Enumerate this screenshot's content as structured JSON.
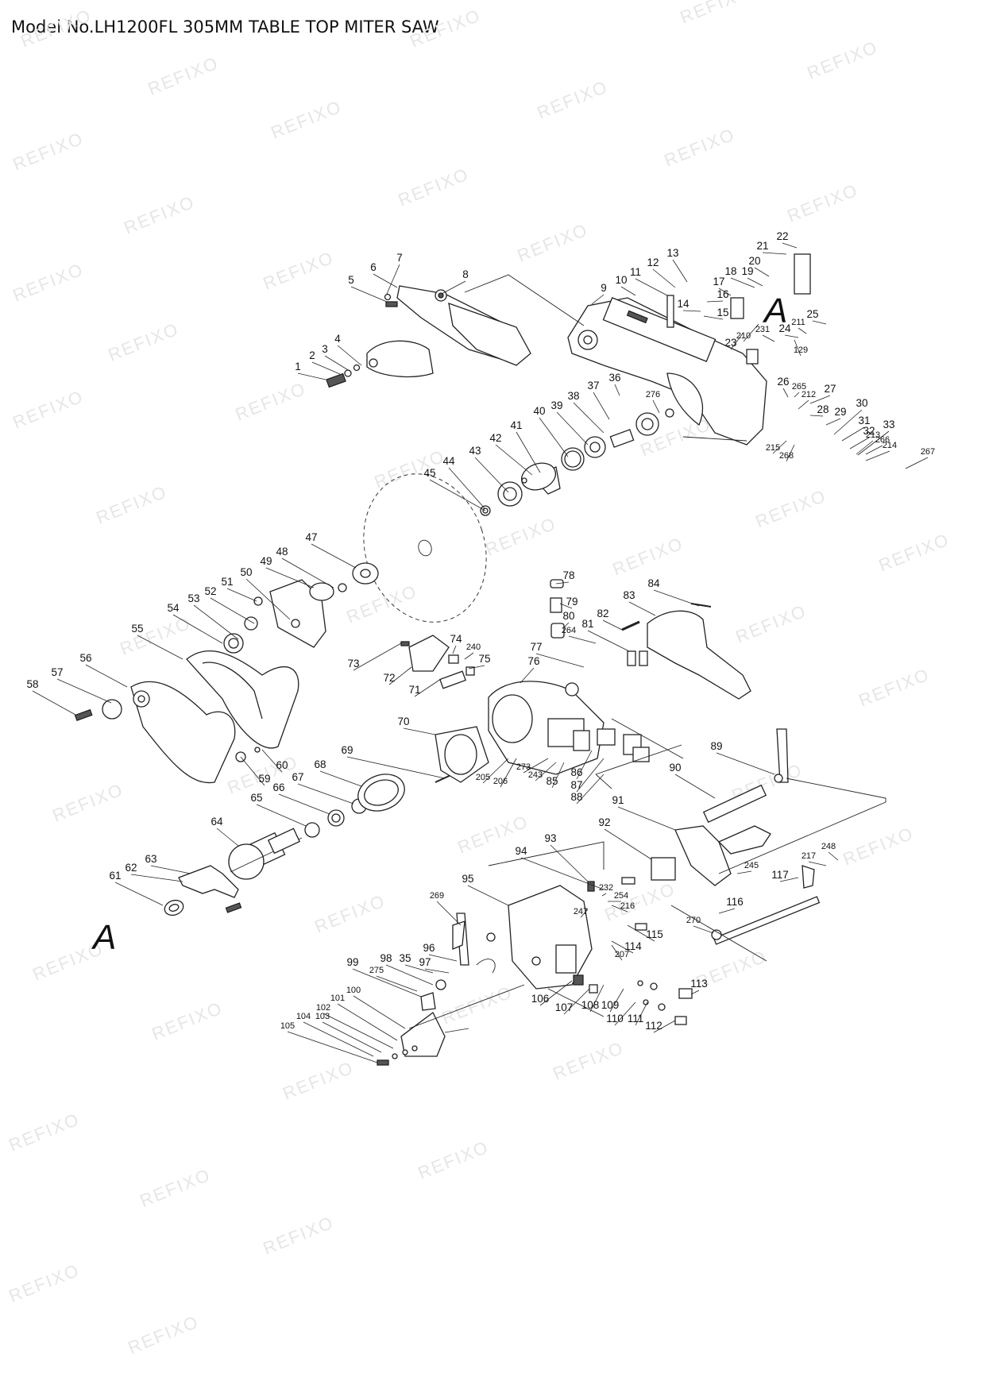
{
  "title": "Model No.LH1200FL 305MM TABLE TOP MITER SAW",
  "watermark": "REFIXO",
  "markers": {
    "a_top": "A",
    "a_bottom": "A"
  },
  "part_numbers": [
    "1",
    "2",
    "3",
    "4",
    "5",
    "6",
    "7",
    "8",
    "9",
    "10",
    "11",
    "12",
    "13",
    "14",
    "15",
    "16",
    "17",
    "18",
    "19",
    "20",
    "21",
    "22",
    "23",
    "24",
    "25",
    "26",
    "27",
    "28",
    "29",
    "30",
    "31",
    "32",
    "33",
    "35",
    "36",
    "37",
    "38",
    "39",
    "40",
    "41",
    "42",
    "43",
    "44",
    "45",
    "47",
    "48",
    "49",
    "50",
    "51",
    "52",
    "53",
    "54",
    "55",
    "56",
    "57",
    "58",
    "59",
    "60",
    "61",
    "62",
    "63",
    "64",
    "65",
    "66",
    "67",
    "68",
    "69",
    "70",
    "71",
    "72",
    "73",
    "74",
    "75",
    "76",
    "77",
    "78",
    "79",
    "80",
    "81",
    "82",
    "83",
    "84",
    "85",
    "86",
    "87",
    "88",
    "89",
    "90",
    "91",
    "92",
    "93",
    "94",
    "95",
    "96",
    "97",
    "98",
    "99",
    "100",
    "101",
    "102",
    "103",
    "104",
    "105",
    "106",
    "107",
    "108",
    "109",
    "110",
    "111",
    "112",
    "113",
    "114",
    "115",
    "116",
    "117",
    "129",
    "205",
    "206",
    "207",
    "210",
    "211",
    "212",
    "213",
    "214",
    "215",
    "216",
    "217",
    "231",
    "232",
    "240",
    "243",
    "245",
    "247",
    "248",
    "254",
    "264",
    "265",
    "266",
    "267",
    "268",
    "269",
    "270",
    "273",
    "275",
    "276"
  ]
}
